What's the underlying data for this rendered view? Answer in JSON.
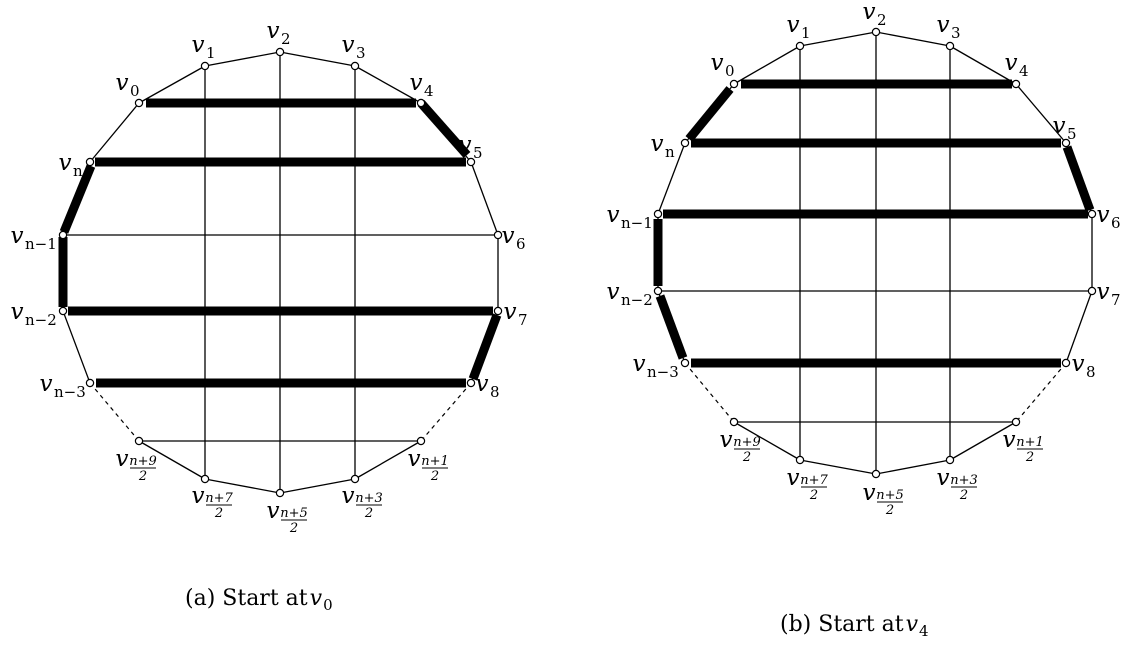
{
  "panels": [
    {
      "id": "a",
      "caption": {
        "prefix": "(a) Start at ",
        "var": "v",
        "sub": "0"
      },
      "labels": {
        "v0": {
          "base": "v",
          "sub": "0"
        },
        "v1": {
          "base": "v",
          "sub": "1"
        },
        "v2": {
          "base": "v",
          "sub": "2"
        },
        "v3": {
          "base": "v",
          "sub": "3"
        },
        "v4": {
          "base": "v",
          "sub": "4"
        },
        "v5": {
          "base": "v",
          "sub": "5"
        },
        "v6": {
          "base": "v",
          "sub": "6"
        },
        "v7": {
          "base": "v",
          "sub": "7"
        },
        "v8": {
          "base": "v",
          "sub": "8"
        },
        "vn": {
          "base": "v",
          "sub": "n"
        },
        "vn1": {
          "base": "v",
          "sub": "n−1"
        },
        "vn2": {
          "base": "v",
          "sub": "n−2"
        },
        "vn3": {
          "base": "v",
          "sub": "n−3"
        },
        "vf1": {
          "base": "v",
          "num": "n+1",
          "den": "2"
        },
        "vf3": {
          "base": "v",
          "num": "n+3",
          "den": "2"
        },
        "vf5": {
          "base": "v",
          "num": "n+5",
          "den": "2"
        },
        "vf7": {
          "base": "v",
          "num": "n+7",
          "den": "2"
        },
        "vf9": {
          "base": "v",
          "num": "n+9",
          "den": "2"
        }
      }
    },
    {
      "id": "b",
      "caption": {
        "prefix": "(b) Start at ",
        "var": "v",
        "sub": "4"
      },
      "labels": {
        "v0": {
          "base": "v",
          "sub": "0"
        },
        "v1": {
          "base": "v",
          "sub": "1"
        },
        "v2": {
          "base": "v",
          "sub": "2"
        },
        "v3": {
          "base": "v",
          "sub": "3"
        },
        "v4": {
          "base": "v",
          "sub": "4"
        },
        "v5": {
          "base": "v",
          "sub": "5"
        },
        "v6": {
          "base": "v",
          "sub": "6"
        },
        "v7": {
          "base": "v",
          "sub": "7"
        },
        "v8": {
          "base": "v",
          "sub": "8"
        },
        "vn": {
          "base": "v",
          "sub": "n"
        },
        "vn1": {
          "base": "v",
          "sub": "n−1"
        },
        "vn2": {
          "base": "v",
          "sub": "n−2"
        },
        "vn3": {
          "base": "v",
          "sub": "n−3"
        },
        "vf1": {
          "base": "v",
          "num": "n+1",
          "den": "2"
        },
        "vf3": {
          "base": "v",
          "num": "n+3",
          "den": "2"
        },
        "vf5": {
          "base": "v",
          "num": "n+5",
          "den": "2"
        },
        "vf7": {
          "base": "v",
          "num": "n+7",
          "den": "2"
        },
        "vf9": {
          "base": "v",
          "num": "n+9",
          "den": "2"
        }
      }
    }
  ]
}
